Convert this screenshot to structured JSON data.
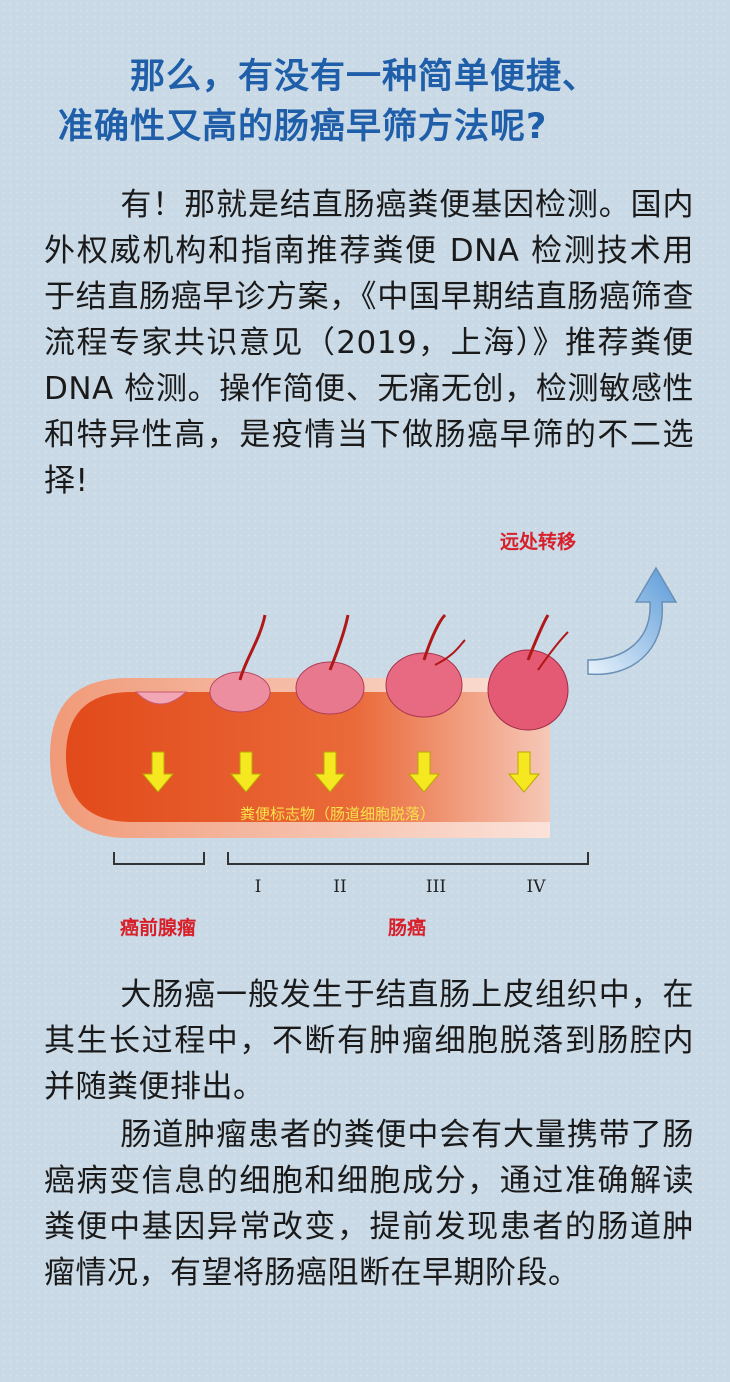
{
  "heading": {
    "line1": "那么，有没有一种简单便捷、",
    "line2": "准确性又高的肠癌早筛方法呢?"
  },
  "intro_paragraph": "有！那就是结直肠癌粪便基因检测。国内外权威机构和指南推荐粪便 DNA 检测技术用于结直肠癌早诊方案，《中国早期结直肠癌筛查流程专家共识意见（2019，上海）》推荐粪便 DNA 检测。操作简便、无痛无创，检测敏感性和特异性高，是疫情当下做肠癌早筛的不二选择!",
  "diagram": {
    "metastasis_label": "远处转移",
    "marker_label": "粪便标志物（肠道细胞脱落）",
    "stages": [
      "I",
      "II",
      "III",
      "IV"
    ],
    "precancer_label": "癌前腺瘤",
    "cancer_label": "肠癌",
    "colors": {
      "wall": "#e8521f",
      "wall_light": "#f0a080",
      "polyp": "#e8607a",
      "arrow": "#f5e820",
      "vessel": "#b01818"
    }
  },
  "paragraph2": "大肠癌一般发生于结直肠上皮组织中，在其生长过程中，不断有肿瘤细胞脱落到肠腔内并随粪便排出。",
  "paragraph3": "肠道肿瘤患者的粪便中会有大量携带了肠癌病变信息的细胞和细胞成分，通过准确解读粪便中基因异常改变，提前发现患者的肠道肿瘤情况，有望将肠癌阻断在早期阶段。"
}
